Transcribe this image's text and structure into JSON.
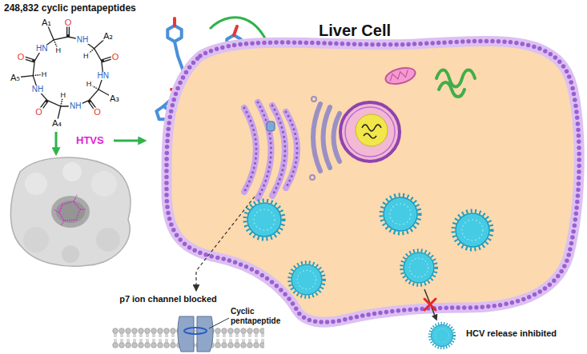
{
  "diagram": {
    "nodes": [
      {
        "text": [
          "248,832 cyclic pentapeptides"
        ]
      },
      {
        "text": [
          "Liver Cell"
        ]
      },
      {
        "text": [
          "p7 ion channel blocked"
        ]
      }
    ],
    "edges": [
      {
        "from": 1,
        "to": 2,
        "arrow": "to"
      }
    ],
    "labels": [
      "A₁",
      "A₂",
      "A₃",
      "A₄",
      "A₅",
      "O",
      "O",
      "O",
      "O",
      "O",
      "NH",
      "HN",
      "NH",
      "NH",
      "HN",
      "H",
      "H",
      "H",
      "H",
      "H",
      "HTVS",
      "Cyclic pentapeptide",
      "HCV release inhibited"
    ]
  }
}
